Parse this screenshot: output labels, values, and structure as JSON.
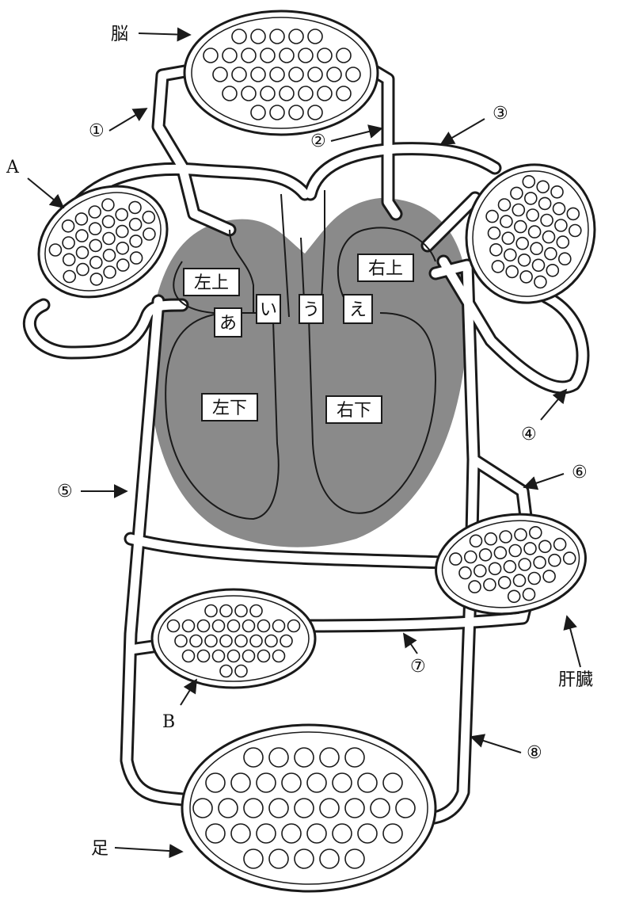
{
  "labels": {
    "brain": "脳",
    "organ_a": "A",
    "organ_b": "B",
    "liver": "肝臓",
    "legs": "足"
  },
  "vessels": {
    "v1": "①",
    "v2": "②",
    "v3": "③",
    "v4": "④",
    "v5": "⑤",
    "v6": "⑥",
    "v7": "⑦",
    "v8": "⑧"
  },
  "heart": {
    "left_upper": "左上",
    "right_upper": "右上",
    "left_lower": "左下",
    "right_lower": "右下",
    "valve_a": "あ",
    "valve_i": "い",
    "valve_u": "う",
    "valve_e": "え"
  },
  "colors": {
    "heart_fill": "#8a8a8a",
    "line": "#1a1a1a",
    "background": "#ffffff"
  }
}
